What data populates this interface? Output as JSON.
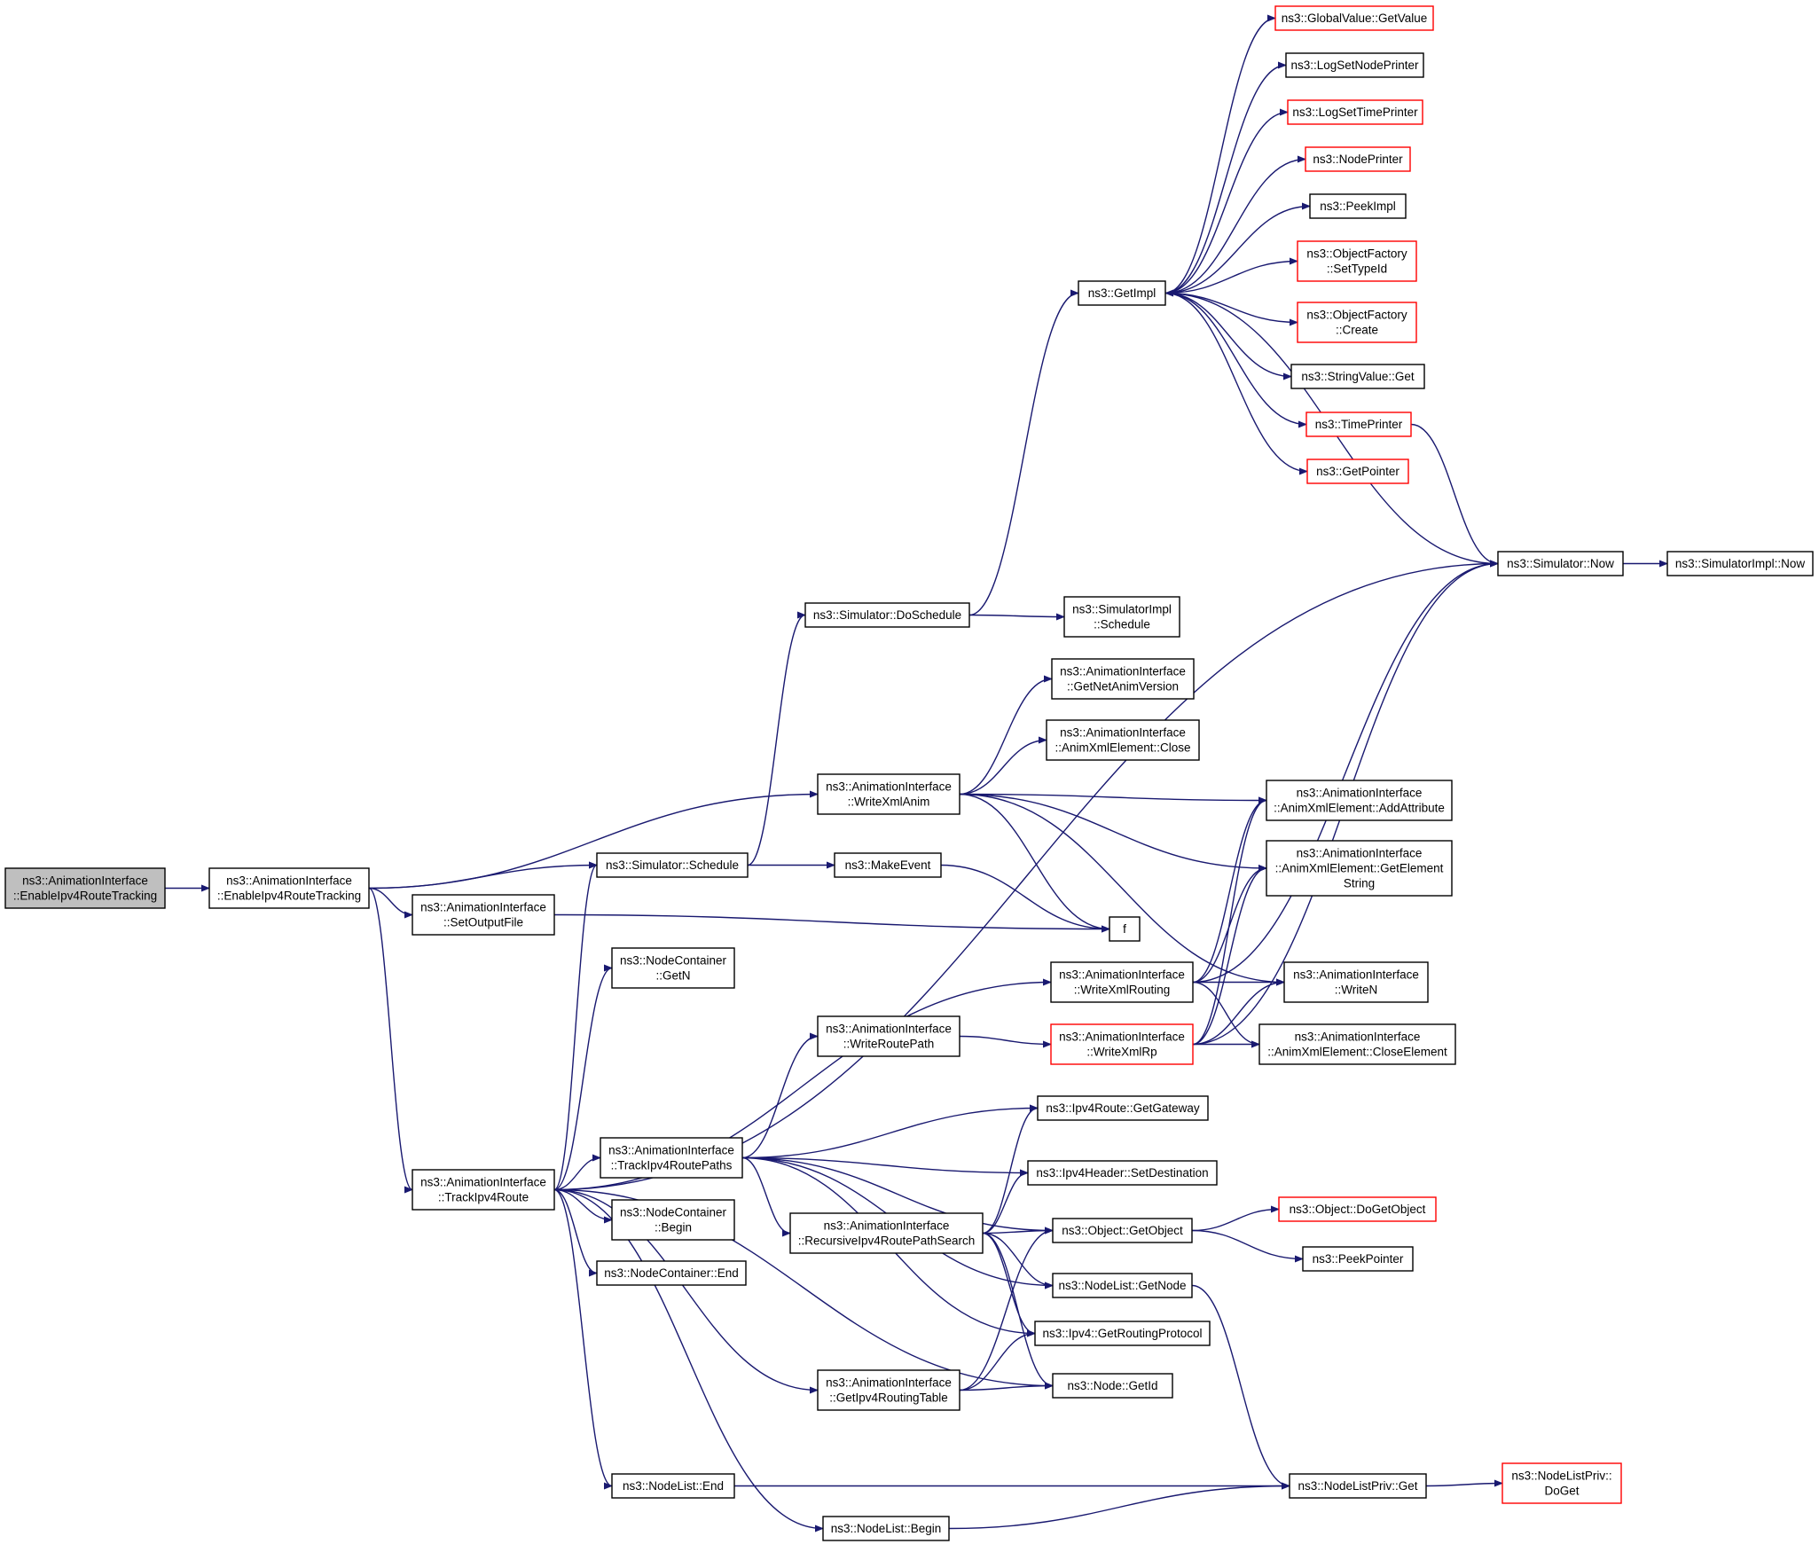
{
  "colors": {
    "edge": "#191970",
    "box_border": "#000000",
    "truncated_border": "#ff0000",
    "root_fill": "#bfbfbf",
    "background": "#ffffff"
  },
  "nodes": [
    {
      "id": "root",
      "lines": [
        "ns3::AnimationInterface",
        "::EnableIpv4RouteTracking"
      ],
      "style": "root"
    },
    {
      "id": "enable",
      "lines": [
        "ns3::AnimationInterface",
        "::EnableIpv4RouteTracking"
      ],
      "style": "normal"
    },
    {
      "id": "setoutput",
      "lines": [
        "ns3::AnimationInterface",
        "::SetOutputFile"
      ],
      "style": "normal"
    },
    {
      "id": "track",
      "lines": [
        "ns3::AnimationInterface",
        "::TrackIpv4Route"
      ],
      "style": "normal"
    },
    {
      "id": "schedule",
      "lines": [
        "ns3::Simulator::Schedule"
      ],
      "style": "normal"
    },
    {
      "id": "doschedule",
      "lines": [
        "ns3::Simulator::DoSchedule"
      ],
      "style": "normal"
    },
    {
      "id": "simimplschedule",
      "lines": [
        "ns3::SimulatorImpl",
        "::Schedule"
      ],
      "style": "normal"
    },
    {
      "id": "makeevent",
      "lines": [
        "ns3::MakeEvent"
      ],
      "style": "normal"
    },
    {
      "id": "f",
      "lines": [
        "f"
      ],
      "style": "normal"
    },
    {
      "id": "getimpl",
      "lines": [
        "ns3::GetImpl"
      ],
      "style": "normal"
    },
    {
      "id": "globalvalue",
      "lines": [
        "ns3::GlobalValue::GetValue"
      ],
      "style": "red"
    },
    {
      "id": "lognode",
      "lines": [
        "ns3::LogSetNodePrinter"
      ],
      "style": "normal"
    },
    {
      "id": "logtime",
      "lines": [
        "ns3::LogSetTimePrinter"
      ],
      "style": "red"
    },
    {
      "id": "nodeprinter",
      "lines": [
        "ns3::NodePrinter"
      ],
      "style": "red"
    },
    {
      "id": "peekimpl",
      "lines": [
        "ns3::PeekImpl"
      ],
      "style": "normal"
    },
    {
      "id": "settypeid",
      "lines": [
        "ns3::ObjectFactory",
        "::SetTypeId"
      ],
      "style": "red"
    },
    {
      "id": "create",
      "lines": [
        "ns3::ObjectFactory",
        "::Create"
      ],
      "style": "red"
    },
    {
      "id": "stringget",
      "lines": [
        "ns3::StringValue::Get"
      ],
      "style": "normal"
    },
    {
      "id": "timeprinter",
      "lines": [
        "ns3::TimePrinter"
      ],
      "style": "red"
    },
    {
      "id": "getpointer",
      "lines": [
        "ns3::GetPointer"
      ],
      "style": "red"
    },
    {
      "id": "simnow",
      "lines": [
        "ns3::Simulator::Now"
      ],
      "style": "normal"
    },
    {
      "id": "simimplnow",
      "lines": [
        "ns3::SimulatorImpl::Now"
      ],
      "style": "normal"
    },
    {
      "id": "netanimver",
      "lines": [
        "ns3::AnimationInterface",
        "::GetNetAnimVersion"
      ],
      "style": "normal"
    },
    {
      "id": "xmlclose",
      "lines": [
        "ns3::AnimationInterface",
        "::AnimXmlElement::Close"
      ],
      "style": "normal"
    },
    {
      "id": "writexmlanim",
      "lines": [
        "ns3::AnimationInterface",
        "::WriteXmlAnim"
      ],
      "style": "normal"
    },
    {
      "id": "addattr",
      "lines": [
        "ns3::AnimationInterface",
        "::AnimXmlElement::AddAttribute"
      ],
      "style": "normal"
    },
    {
      "id": "getelemstr",
      "lines": [
        "ns3::AnimationInterface",
        "::AnimXmlElement::GetElement",
        "String"
      ],
      "style": "normal"
    },
    {
      "id": "writen",
      "lines": [
        "ns3::AnimationInterface",
        "::WriteN"
      ],
      "style": "normal"
    },
    {
      "id": "closeelem",
      "lines": [
        "ns3::AnimationInterface",
        "::AnimXmlElement::CloseElement"
      ],
      "style": "normal"
    },
    {
      "id": "getn",
      "lines": [
        "ns3::NodeContainer",
        "::GetN"
      ],
      "style": "normal"
    },
    {
      "id": "writexmlrouting",
      "lines": [
        "ns3::AnimationInterface",
        "::WriteXmlRouting"
      ],
      "style": "normal"
    },
    {
      "id": "writeroutepath",
      "lines": [
        "ns3::AnimationInterface",
        "::WriteRoutePath"
      ],
      "style": "normal"
    },
    {
      "id": "writexmlrp",
      "lines": [
        "ns3::AnimationInterface",
        "::WriteXmlRp"
      ],
      "style": "red"
    },
    {
      "id": "trackpaths",
      "lines": [
        "ns3::AnimationInterface",
        "::TrackIpv4RoutePaths"
      ],
      "style": "normal"
    },
    {
      "id": "getgateway",
      "lines": [
        "ns3::Ipv4Route::GetGateway"
      ],
      "style": "normal"
    },
    {
      "id": "setdest",
      "lines": [
        "ns3::Ipv4Header::SetDestination"
      ],
      "style": "normal"
    },
    {
      "id": "getobject",
      "lines": [
        "ns3::Object::GetObject"
      ],
      "style": "normal"
    },
    {
      "id": "dogetobject",
      "lines": [
        "ns3::Object::DoGetObject"
      ],
      "style": "red"
    },
    {
      "id": "peekpointer",
      "lines": [
        "ns3::PeekPointer"
      ],
      "style": "normal"
    },
    {
      "id": "ncbegin",
      "lines": [
        "ns3::NodeContainer",
        "::Begin"
      ],
      "style": "normal"
    },
    {
      "id": "recursive",
      "lines": [
        "ns3::AnimationInterface",
        "::RecursiveIpv4RoutePathSearch"
      ],
      "style": "normal"
    },
    {
      "id": "ncend",
      "lines": [
        "ns3::NodeContainer::End"
      ],
      "style": "normal"
    },
    {
      "id": "getnode",
      "lines": [
        "ns3::NodeList::GetNode"
      ],
      "style": "normal"
    },
    {
      "id": "getrouting",
      "lines": [
        "ns3::Ipv4::GetRoutingProtocol"
      ],
      "style": "normal"
    },
    {
      "id": "getroutingtable",
      "lines": [
        "ns3::AnimationInterface",
        "::GetIpv4RoutingTable"
      ],
      "style": "normal"
    },
    {
      "id": "nodegetid",
      "lines": [
        "ns3::Node::GetId"
      ],
      "style": "normal"
    },
    {
      "id": "nlend",
      "lines": [
        "ns3::NodeList::End"
      ],
      "style": "normal"
    },
    {
      "id": "nlbegin",
      "lines": [
        "ns3::NodeList::Begin"
      ],
      "style": "normal"
    },
    {
      "id": "nlprivget",
      "lines": [
        "ns3::NodeListPriv::Get"
      ],
      "style": "normal"
    },
    {
      "id": "nlprivdoget",
      "lines": [
        "ns3::NodeListPriv::",
        "DoGet"
      ],
      "style": "red"
    }
  ],
  "edges": [
    {
      "from": "root",
      "to": "enable"
    },
    {
      "from": "enable",
      "to": "writexmlanim"
    },
    {
      "from": "enable",
      "to": "schedule"
    },
    {
      "from": "enable",
      "to": "setoutput"
    },
    {
      "from": "enable",
      "to": "track"
    },
    {
      "from": "setoutput",
      "to": "f"
    },
    {
      "from": "schedule",
      "to": "doschedule"
    },
    {
      "from": "schedule",
      "to": "makeevent"
    },
    {
      "from": "doschedule",
      "to": "simimplschedule"
    },
    {
      "from": "doschedule",
      "to": "getimpl"
    },
    {
      "from": "makeevent",
      "to": "f"
    },
    {
      "from": "getimpl",
      "to": "globalvalue"
    },
    {
      "from": "getimpl",
      "to": "lognode"
    },
    {
      "from": "getimpl",
      "to": "logtime"
    },
    {
      "from": "getimpl",
      "to": "nodeprinter"
    },
    {
      "from": "getimpl",
      "to": "peekimpl"
    },
    {
      "from": "getimpl",
      "to": "settypeid"
    },
    {
      "from": "getimpl",
      "to": "create"
    },
    {
      "from": "getimpl",
      "to": "stringget"
    },
    {
      "from": "getimpl",
      "to": "timeprinter"
    },
    {
      "from": "getimpl",
      "to": "getpointer"
    },
    {
      "from": "timeprinter",
      "to": "simnow"
    },
    {
      "from": "simnow",
      "to": "getimpl"
    },
    {
      "from": "simnow",
      "to": "simimplnow"
    },
    {
      "from": "track",
      "to": "simnow"
    },
    {
      "from": "track",
      "to": "schedule"
    },
    {
      "from": "track",
      "to": "getn"
    },
    {
      "from": "track",
      "to": "writexmlrouting"
    },
    {
      "from": "track",
      "to": "trackpaths"
    },
    {
      "from": "track",
      "to": "ncbegin"
    },
    {
      "from": "track",
      "to": "ncend"
    },
    {
      "from": "track",
      "to": "getroutingtable"
    },
    {
      "from": "track",
      "to": "nodegetid"
    },
    {
      "from": "track",
      "to": "nlend"
    },
    {
      "from": "track",
      "to": "nlbegin"
    },
    {
      "from": "writexmlanim",
      "to": "netanimver"
    },
    {
      "from": "writexmlanim",
      "to": "xmlclose"
    },
    {
      "from": "writexmlanim",
      "to": "addattr"
    },
    {
      "from": "writexmlanim",
      "to": "getelemstr"
    },
    {
      "from": "writexmlanim",
      "to": "f"
    },
    {
      "from": "writexmlanim",
      "to": "writen"
    },
    {
      "from": "writexmlrouting",
      "to": "addattr"
    },
    {
      "from": "writexmlrouting",
      "to": "getelemstr"
    },
    {
      "from": "writexmlrouting",
      "to": "writen"
    },
    {
      "from": "writexmlrouting",
      "to": "closeelem"
    },
    {
      "from": "writexmlrouting",
      "to": "simnow"
    },
    {
      "from": "writeroutepath",
      "to": "writexmlrp"
    },
    {
      "from": "writexmlrp",
      "to": "addattr"
    },
    {
      "from": "writexmlrp",
      "to": "getelemstr"
    },
    {
      "from": "writexmlrp",
      "to": "writen"
    },
    {
      "from": "writexmlrp",
      "to": "closeelem"
    },
    {
      "from": "writexmlrp",
      "to": "simnow"
    },
    {
      "from": "trackpaths",
      "to": "writeroutepath"
    },
    {
      "from": "trackpaths",
      "to": "getgateway"
    },
    {
      "from": "trackpaths",
      "to": "setdest"
    },
    {
      "from": "trackpaths",
      "to": "getobject"
    },
    {
      "from": "trackpaths",
      "to": "recursive"
    },
    {
      "from": "trackpaths",
      "to": "getnode"
    },
    {
      "from": "trackpaths",
      "to": "getrouting"
    },
    {
      "from": "recursive",
      "to": "getgateway"
    },
    {
      "from": "recursive",
      "to": "setdest"
    },
    {
      "from": "recursive",
      "to": "getobject"
    },
    {
      "from": "recursive",
      "to": "getnode"
    },
    {
      "from": "recursive",
      "to": "getrouting"
    },
    {
      "from": "recursive",
      "to": "nodegetid"
    },
    {
      "from": "getobject",
      "to": "dogetobject"
    },
    {
      "from": "getobject",
      "to": "peekpointer"
    },
    {
      "from": "getroutingtable",
      "to": "getobject"
    },
    {
      "from": "getroutingtable",
      "to": "getrouting"
    },
    {
      "from": "getroutingtable",
      "to": "nodegetid"
    },
    {
      "from": "getnode",
      "to": "nlprivget"
    },
    {
      "from": "nlend",
      "to": "nlprivget"
    },
    {
      "from": "nlbegin",
      "to": "nlprivget"
    },
    {
      "from": "nlprivget",
      "to": "nlprivdoget"
    }
  ]
}
